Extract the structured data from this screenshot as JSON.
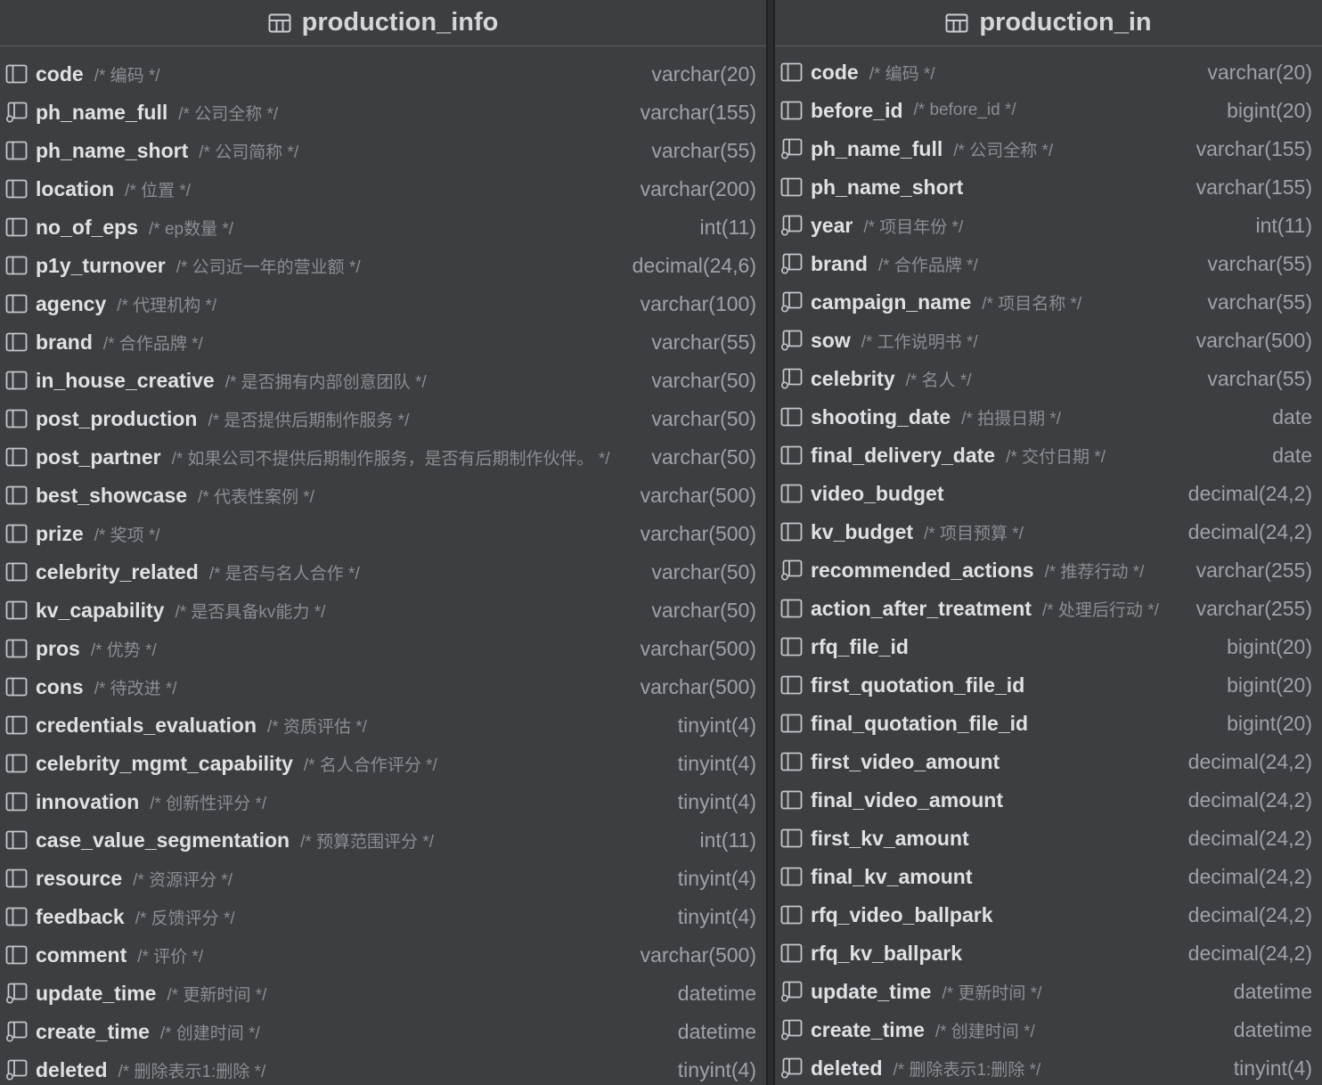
{
  "colors": {
    "background": "#3c3f41",
    "field_name": "#dfe1e5",
    "comment": "#8a8d91",
    "type": "#9ea1a6"
  },
  "left_table": {
    "title": "production_info",
    "icon": "table-icon",
    "columns": [
      {
        "name": "code",
        "comment": "/* 编码 */",
        "type": "varchar(20)",
        "icon": "column-icon"
      },
      {
        "name": "ph_name_full",
        "comment": "/* 公司全称 */",
        "type": "varchar(155)",
        "icon": "indexed-column-icon"
      },
      {
        "name": "ph_name_short",
        "comment": "/* 公司简称 */",
        "type": "varchar(55)",
        "icon": "column-icon"
      },
      {
        "name": "location",
        "comment": "/* 位置 */",
        "type": "varchar(200)",
        "icon": "column-icon"
      },
      {
        "name": "no_of_eps",
        "comment": "/* ep数量 */",
        "type": "int(11)",
        "icon": "column-icon"
      },
      {
        "name": "p1y_turnover",
        "comment": "/* 公司近一年的营业额 */",
        "type": "decimal(24,6)",
        "icon": "column-icon"
      },
      {
        "name": "agency",
        "comment": "/* 代理机构 */",
        "type": "varchar(100)",
        "icon": "column-icon"
      },
      {
        "name": "brand",
        "comment": "/* 合作品牌 */",
        "type": "varchar(55)",
        "icon": "column-icon"
      },
      {
        "name": "in_house_creative",
        "comment": "/* 是否拥有内部创意团队 */",
        "type": "varchar(50)",
        "icon": "column-icon"
      },
      {
        "name": "post_production",
        "comment": "/* 是否提供后期制作服务 */",
        "type": "varchar(50)",
        "icon": "column-icon"
      },
      {
        "name": "post_partner",
        "comment": "/* 如果公司不提供后期制作服务，是否有后期制作伙伴。 */",
        "type": "varchar(50)",
        "icon": "column-icon"
      },
      {
        "name": "best_showcase",
        "comment": "/* 代表性案例 */",
        "type": "varchar(500)",
        "icon": "column-icon"
      },
      {
        "name": "prize",
        "comment": "/* 奖项 */",
        "type": "varchar(500)",
        "icon": "column-icon"
      },
      {
        "name": "celebrity_related",
        "comment": "/* 是否与名人合作 */",
        "type": "varchar(50)",
        "icon": "column-icon"
      },
      {
        "name": "kv_capability",
        "comment": "/* 是否具备kv能力 */",
        "type": "varchar(50)",
        "icon": "column-icon"
      },
      {
        "name": "pros",
        "comment": "/* 优势 */",
        "type": "varchar(500)",
        "icon": "column-icon"
      },
      {
        "name": "cons",
        "comment": "/* 待改进 */",
        "type": "varchar(500)",
        "icon": "column-icon"
      },
      {
        "name": "credentials_evaluation",
        "comment": "/* 资质评估 */",
        "type": "tinyint(4)",
        "icon": "column-icon"
      },
      {
        "name": "celebrity_mgmt_capability",
        "comment": "/* 名人合作评分 */",
        "type": "tinyint(4)",
        "icon": "column-icon"
      },
      {
        "name": "innovation",
        "comment": "/* 创新性评分 */",
        "type": "tinyint(4)",
        "icon": "column-icon"
      },
      {
        "name": "case_value_segmentation",
        "comment": "/* 预算范围评分 */",
        "type": "int(11)",
        "icon": "column-icon"
      },
      {
        "name": "resource",
        "comment": "/* 资源评分 */",
        "type": "tinyint(4)",
        "icon": "column-icon"
      },
      {
        "name": "feedback",
        "comment": "/* 反馈评分 */",
        "type": "tinyint(4)",
        "icon": "column-icon"
      },
      {
        "name": "comment",
        "comment": "/* 评价 */",
        "type": "varchar(500)",
        "icon": "column-icon"
      },
      {
        "name": "update_time",
        "comment": "/* 更新时间 */",
        "type": "datetime",
        "icon": "indexed-column-icon"
      },
      {
        "name": "create_time",
        "comment": "/* 创建时间 */",
        "type": "datetime",
        "icon": "indexed-column-icon"
      },
      {
        "name": "deleted",
        "comment": "/* 删除表示1:删除 */",
        "type": "tinyint(4)",
        "icon": "indexed-column-icon"
      }
    ]
  },
  "right_table": {
    "title": "production_in",
    "icon": "table-icon",
    "columns": [
      {
        "name": "code",
        "comment": "/* 编码 */",
        "type": "varchar(20)",
        "icon": "column-icon"
      },
      {
        "name": "before_id",
        "comment": "/* before_id */",
        "type": "bigint(20)",
        "icon": "column-icon"
      },
      {
        "name": "ph_name_full",
        "comment": "/* 公司全称 */",
        "type": "varchar(155)",
        "icon": "indexed-column-icon"
      },
      {
        "name": "ph_name_short",
        "comment": "",
        "type": "varchar(155)",
        "icon": "column-icon"
      },
      {
        "name": "year",
        "comment": "/* 项目年份 */",
        "type": "int(11)",
        "icon": "indexed-column-icon"
      },
      {
        "name": "brand",
        "comment": "/* 合作品牌 */",
        "type": "varchar(55)",
        "icon": "indexed-column-icon"
      },
      {
        "name": "campaign_name",
        "comment": "/* 项目名称 */",
        "type": "varchar(55)",
        "icon": "indexed-column-icon"
      },
      {
        "name": "sow",
        "comment": "/* 工作说明书 */",
        "type": "varchar(500)",
        "icon": "indexed-column-icon"
      },
      {
        "name": "celebrity",
        "comment": "/* 名人 */",
        "type": "varchar(55)",
        "icon": "indexed-column-icon"
      },
      {
        "name": "shooting_date",
        "comment": "/* 拍摄日期 */",
        "type": "date",
        "icon": "column-icon"
      },
      {
        "name": "final_delivery_date",
        "comment": "/* 交付日期 */",
        "type": "date",
        "icon": "column-icon"
      },
      {
        "name": "video_budget",
        "comment": "",
        "type": "decimal(24,2)",
        "icon": "column-icon"
      },
      {
        "name": "kv_budget",
        "comment": "/* 项目预算 */",
        "type": "decimal(24,2)",
        "icon": "column-icon"
      },
      {
        "name": "recommended_actions",
        "comment": "/* 推荐行动 */",
        "type": "varchar(255)",
        "icon": "indexed-column-icon"
      },
      {
        "name": "action_after_treatment",
        "comment": "/* 处理后行动 */",
        "type": "varchar(255)",
        "icon": "column-icon"
      },
      {
        "name": "rfq_file_id",
        "comment": "",
        "type": "bigint(20)",
        "icon": "column-icon"
      },
      {
        "name": "first_quotation_file_id",
        "comment": "",
        "type": "bigint(20)",
        "icon": "column-icon"
      },
      {
        "name": "final_quotation_file_id",
        "comment": "",
        "type": "bigint(20)",
        "icon": "column-icon"
      },
      {
        "name": "first_video_amount",
        "comment": "",
        "type": "decimal(24,2)",
        "icon": "column-icon"
      },
      {
        "name": "final_video_amount",
        "comment": "",
        "type": "decimal(24,2)",
        "icon": "column-icon"
      },
      {
        "name": "first_kv_amount",
        "comment": "",
        "type": "decimal(24,2)",
        "icon": "column-icon"
      },
      {
        "name": "final_kv_amount",
        "comment": "",
        "type": "decimal(24,2)",
        "icon": "column-icon"
      },
      {
        "name": "rfq_video_ballpark",
        "comment": "",
        "type": "decimal(24,2)",
        "icon": "column-icon"
      },
      {
        "name": "rfq_kv_ballpark",
        "comment": "",
        "type": "decimal(24,2)",
        "icon": "column-icon"
      },
      {
        "name": "update_time",
        "comment": "/* 更新时间 */",
        "type": "datetime",
        "icon": "indexed-column-icon"
      },
      {
        "name": "create_time",
        "comment": "/* 创建时间 */",
        "type": "datetime",
        "icon": "indexed-column-icon"
      },
      {
        "name": "deleted",
        "comment": "/* 删除表示1:删除 */",
        "type": "tinyint(4)",
        "icon": "indexed-column-icon"
      }
    ]
  }
}
